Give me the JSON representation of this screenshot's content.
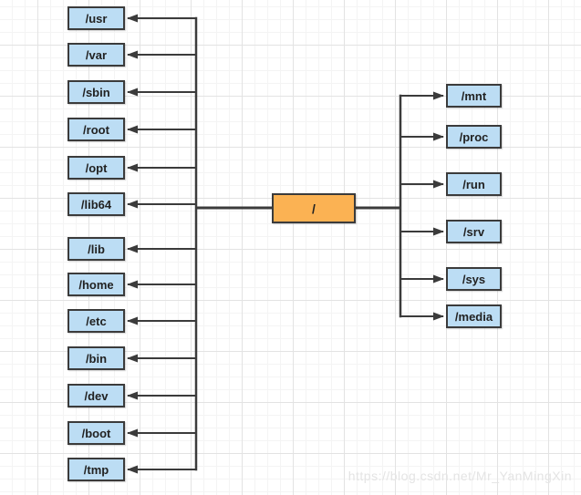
{
  "diagram": {
    "type": "tree",
    "description": "Linux root filesystem directory layout",
    "root": {
      "label": "/"
    },
    "left_children": [
      "/usr",
      "/var",
      "/sbin",
      "/root",
      "/opt",
      "/lib64",
      "/lib",
      "/home",
      "/etc",
      "/bin",
      "/dev",
      "/boot",
      "/tmp"
    ],
    "right_children": [
      "/mnt",
      "/proc",
      "/run",
      "/srv",
      "/sys",
      "/media"
    ],
    "colors": {
      "root_fill": "#fbb253",
      "child_fill": "#bcddf4",
      "stroke": "#3b3b3b",
      "grid_minor": "#f4f4f4",
      "grid_major": "#e3e3e3"
    }
  },
  "watermark": {
    "text": "https://blog.csdn.net/Mr_YanMingXin"
  }
}
